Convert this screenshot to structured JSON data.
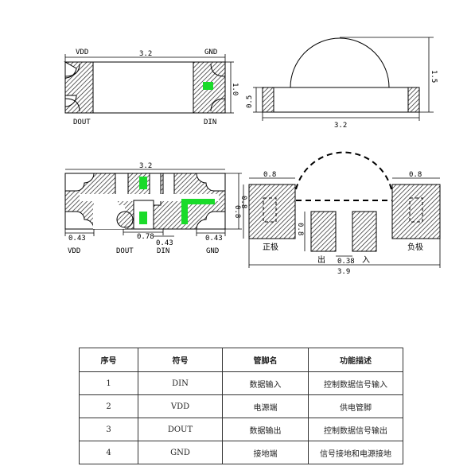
{
  "top_view": {
    "width_dim": "3.2",
    "height_dim": "1.0",
    "pin_vdd": "VDD",
    "pin_gnd": "GND",
    "pin_dout": "DOUT",
    "pin_din": "DIN"
  },
  "side_view": {
    "height_dim": "1.5",
    "base_dim": "0.5",
    "width_dim": "3.2"
  },
  "bottom_view": {
    "width_dim": "3.2",
    "height_dim": "0.8",
    "pad_left_dim": "0.43",
    "pad_right_dim": "0.43",
    "gap_dim": "0.78",
    "pad_mid_dim": "0.43",
    "pin_vdd": "VDD",
    "pin_dout": "DOUT",
    "pin_din": "DIN",
    "pin_gnd": "GND"
  },
  "pad_view": {
    "left_pad_width": "0.8",
    "right_pad_width": "0.8",
    "pad_height": "0.8",
    "inner_height": "0.8",
    "gap_dim": "0.38",
    "total_width": "3.9",
    "label_positive": "正极",
    "label_negative": "负极",
    "label_out": "出",
    "label_in": "入"
  },
  "pin_table": {
    "headers": [
      "序号",
      "符号",
      "管脚名",
      "功能描述"
    ],
    "rows": [
      {
        "no": "1",
        "symbol": "DIN",
        "name": "数据输入",
        "desc": "控制数据信号输入"
      },
      {
        "no": "2",
        "symbol": "VDD",
        "name": "电源端",
        "desc": "供电管脚"
      },
      {
        "no": "3",
        "symbol": "DOUT",
        "name": "数据输出",
        "desc": "控制数据信号输出"
      },
      {
        "no": "4",
        "symbol": "GND",
        "name": "接地端",
        "desc": "信号接地和电源接地"
      }
    ]
  },
  "colors": {
    "led_green": "#1adb2a",
    "hatch": "#333333",
    "line": "#000000"
  }
}
